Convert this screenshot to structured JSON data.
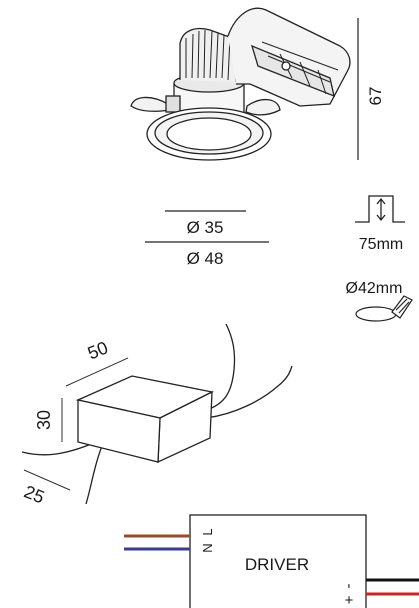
{
  "fixture": {
    "height": "67",
    "inner_diameter": "Ø 35",
    "outer_diameter": "Ø 48"
  },
  "installation": {
    "recess_depth": "75mm",
    "cutout_diameter": "Ø42mm"
  },
  "driver_box": {
    "length": "50",
    "height": "30",
    "width": "25"
  },
  "wiring": {
    "driver_label": "DRIVER",
    "neutral_label": "N",
    "live_label": "L",
    "minus_label": "-",
    "plus_label": "+",
    "wire_colors": {
      "live": "#9a4b25",
      "neutral": "#3a3a9a",
      "negative": "#111111",
      "positive": "#d32020"
    }
  }
}
